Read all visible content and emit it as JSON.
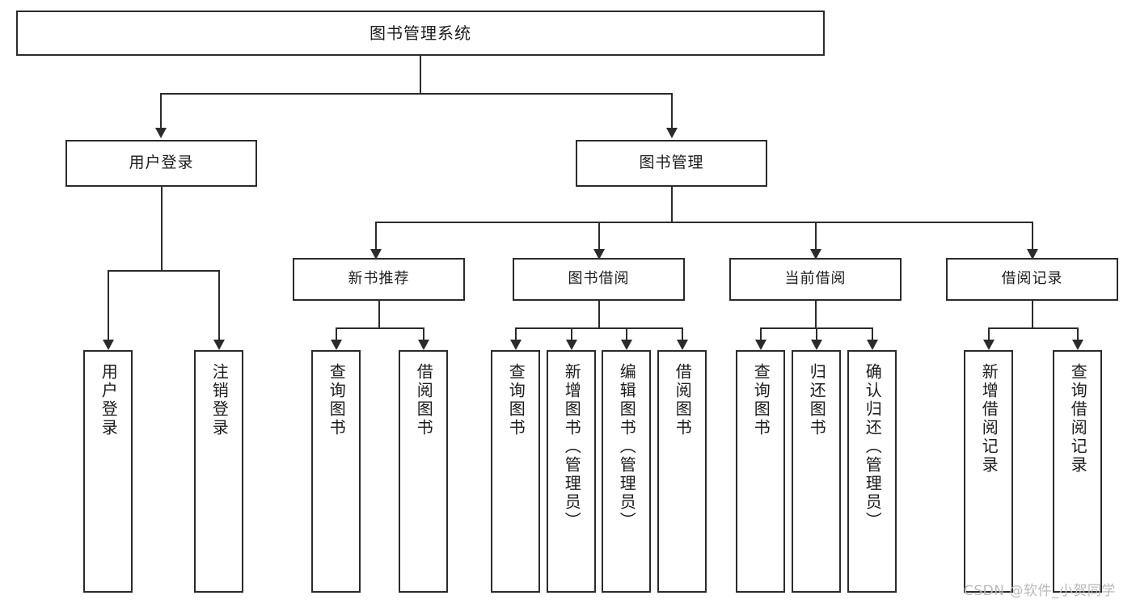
{
  "diagram": {
    "title": "图书管理系统",
    "type": "tree",
    "nodes": {
      "root": {
        "label": "图书管理系统"
      },
      "user_login": {
        "label": "用户登录"
      },
      "book_manage": {
        "label": "图书管理"
      },
      "new_book": {
        "label": "新书推荐"
      },
      "borrow": {
        "label": "图书借阅"
      },
      "current": {
        "label": "当前借阅"
      },
      "records": {
        "label": "借阅记录"
      },
      "leaf_user_login": {
        "label": "用户登录"
      },
      "leaf_logout": {
        "label": "注销登录"
      },
      "leaf_query_book_1": {
        "label": "查询图书"
      },
      "leaf_borrow_book_1": {
        "label": "借阅图书"
      },
      "leaf_query_book_2": {
        "label": "查询图书"
      },
      "leaf_add_book": {
        "label": "新增图书（管理员）"
      },
      "leaf_edit_book": {
        "label": "编辑图书（管理员）"
      },
      "leaf_borrow_book_2": {
        "label": "借阅图书"
      },
      "leaf_query_book_3": {
        "label": "查询图书"
      },
      "leaf_return_book": {
        "label": "归还图书"
      },
      "leaf_confirm_return": {
        "label": "确认归还（管理员）"
      },
      "leaf_add_record": {
        "label": "新增借阅记录"
      },
      "leaf_query_record": {
        "label": "查询借阅记录"
      }
    },
    "edges": [
      {
        "from": "root",
        "to": "user_login"
      },
      {
        "from": "root",
        "to": "book_manage"
      },
      {
        "from": "user_login",
        "to": "leaf_user_login"
      },
      {
        "from": "user_login",
        "to": "leaf_logout"
      },
      {
        "from": "book_manage",
        "to": "new_book"
      },
      {
        "from": "book_manage",
        "to": "borrow"
      },
      {
        "from": "book_manage",
        "to": "current"
      },
      {
        "from": "book_manage",
        "to": "records"
      },
      {
        "from": "new_book",
        "to": "leaf_query_book_1"
      },
      {
        "from": "new_book",
        "to": "leaf_borrow_book_1"
      },
      {
        "from": "borrow",
        "to": "leaf_query_book_2"
      },
      {
        "from": "borrow",
        "to": "leaf_add_book"
      },
      {
        "from": "borrow",
        "to": "leaf_edit_book"
      },
      {
        "from": "borrow",
        "to": "leaf_borrow_book_2"
      },
      {
        "from": "current",
        "to": "leaf_query_book_3"
      },
      {
        "from": "current",
        "to": "leaf_return_book"
      },
      {
        "from": "current",
        "to": "leaf_confirm_return"
      },
      {
        "from": "records",
        "to": "leaf_add_record"
      },
      {
        "from": "records",
        "to": "leaf_query_record"
      }
    ],
    "colors": {
      "stroke": "#2b2b2b",
      "fill": "#ffffff",
      "text": "#1b1b1b",
      "watermark": "#b9b9b9"
    }
  },
  "watermark": {
    "text": "CSDN @软件_小贺同学"
  }
}
